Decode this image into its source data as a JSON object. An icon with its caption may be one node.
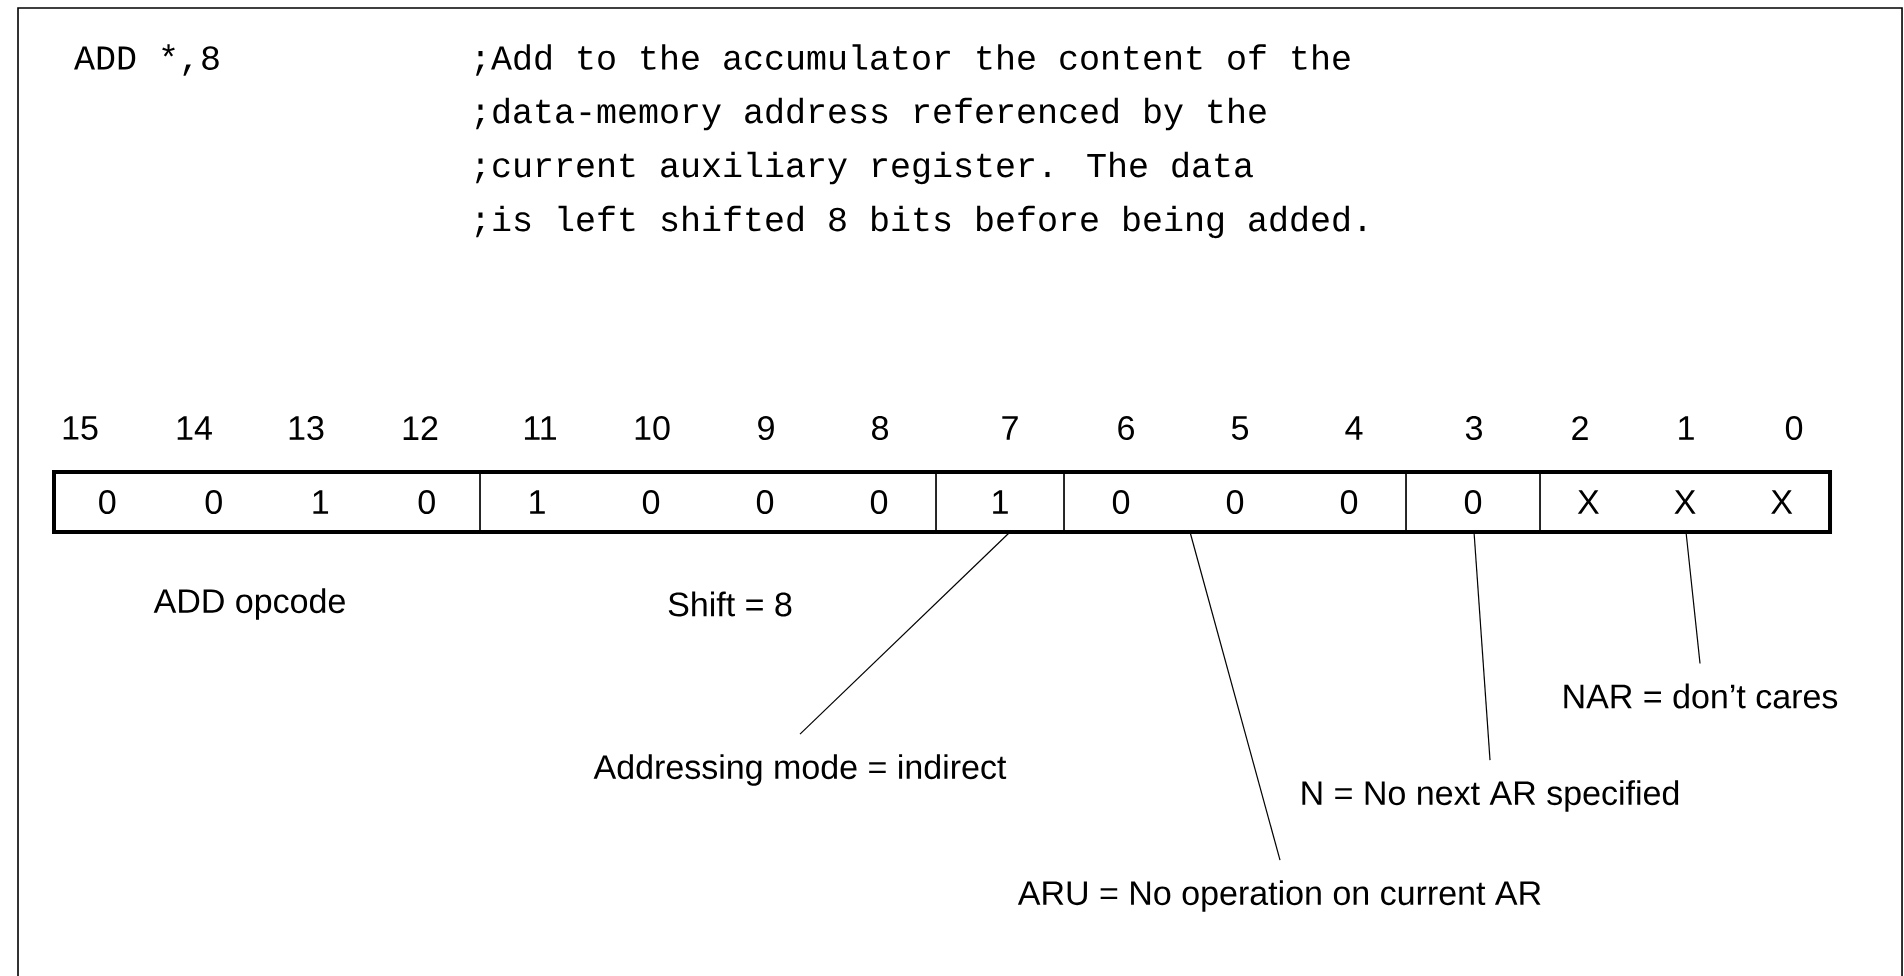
{
  "diagram": {
    "nodes": [
      {
        "text": [
          "0",
          "0",
          "1",
          "0"
        ],
        "beside": [
          "ADD opcode"
        ]
      },
      {
        "text": [
          "1",
          "0",
          "0",
          "0"
        ],
        "beside": [
          "Shift = 8"
        ]
      },
      {
        "text": [
          "1"
        ]
      },
      {
        "text": [
          "0",
          "0",
          "0"
        ]
      },
      {
        "text": [
          "0"
        ]
      },
      {
        "text": [
          "X",
          "X",
          "X"
        ]
      },
      {
        "text": [
          "Addressing mode = indirect"
        ]
      },
      {
        "text": [
          "ARU = No operation on current AR"
        ]
      },
      {
        "text": [
          "N = No next AR specified"
        ]
      },
      {
        "text": [
          "NAR = don’t cares"
        ]
      }
    ],
    "edges": [
      {
        "from": 6,
        "to": 2,
        "arrow": "none"
      },
      {
        "from": 7,
        "to": 3,
        "arrow": "none"
      },
      {
        "from": 8,
        "to": 4,
        "arrow": "none"
      },
      {
        "from": 9,
        "to": 5,
        "arrow": "none"
      }
    ],
    "labels": [
      "ADD *,8",
      ";Add to the accumulator the content of the",
      ";data-memory address referenced by the",
      ";current auxiliary register. The data",
      ";is left shifted 8 bits before being added.",
      "15",
      "14",
      "13",
      "12",
      "11",
      "10",
      "9",
      "8",
      "7",
      "6",
      "5",
      "4",
      "3",
      "2",
      "1",
      "0"
    ]
  }
}
